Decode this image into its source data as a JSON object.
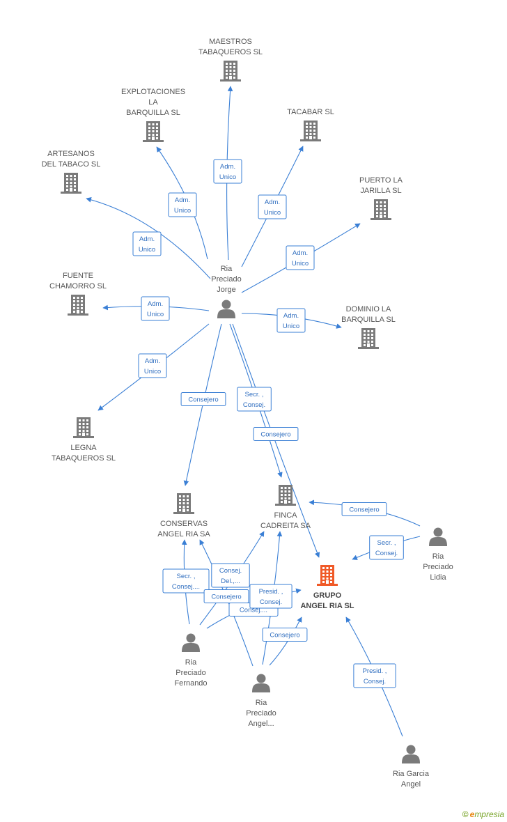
{
  "colors": {
    "edge": "#3a7fd5",
    "company": "#7a7a7a",
    "main_company": "#f05a28",
    "person": "#7a7a7a"
  },
  "nodes": [
    {
      "id": "maestros",
      "type": "company",
      "label": [
        "MAESTROS",
        "TABAQUEROS SL"
      ]
    },
    {
      "id": "explotaciones",
      "type": "company",
      "label": [
        "EXPLOTACIONES",
        "LA",
        "BARQUILLA SL"
      ]
    },
    {
      "id": "tacabar",
      "type": "company",
      "label": [
        "TACABAR SL"
      ]
    },
    {
      "id": "artesanos",
      "type": "company",
      "label": [
        "ARTESANOS",
        "DEL TABACO SL"
      ]
    },
    {
      "id": "puerto",
      "type": "company",
      "label": [
        "PUERTO LA",
        "JARILLA SL"
      ]
    },
    {
      "id": "fuente",
      "type": "company",
      "label": [
        "FUENTE",
        "CHAMORRO SL"
      ]
    },
    {
      "id": "dominio",
      "type": "company",
      "label": [
        "DOMINIO LA",
        "BARQUILLA SL"
      ]
    },
    {
      "id": "legna",
      "type": "company",
      "label": [
        "LEGNA",
        "TABAQUEROS SL"
      ]
    },
    {
      "id": "conservas",
      "type": "company",
      "label": [
        "CONSERVAS",
        "ANGEL RIA SA"
      ]
    },
    {
      "id": "finca",
      "type": "company",
      "label": [
        "FINCA",
        "CADREITA SA"
      ]
    },
    {
      "id": "grupo",
      "type": "main_company",
      "label": [
        "GRUPO",
        "ANGEL RIA SL"
      ]
    },
    {
      "id": "jorge",
      "type": "person",
      "label": [
        "Ria",
        "Preciado",
        "Jorge"
      ]
    },
    {
      "id": "lidia",
      "type": "person",
      "label": [
        "Ria",
        "Preciado",
        "Lidia"
      ]
    },
    {
      "id": "fernando",
      "type": "person",
      "label": [
        "Ria",
        "Preciado",
        "Fernando"
      ]
    },
    {
      "id": "angelp",
      "type": "person",
      "label": [
        "Ria",
        "Preciado",
        "Angel..."
      ]
    },
    {
      "id": "garcia",
      "type": "person",
      "label": [
        "Ria Garcia",
        "Angel"
      ]
    }
  ],
  "edges": [
    {
      "from": "jorge",
      "to": "maestros",
      "label": [
        "Adm.",
        "Unico"
      ]
    },
    {
      "from": "jorge",
      "to": "explotaciones",
      "label": [
        "Adm.",
        "Unico"
      ]
    },
    {
      "from": "jorge",
      "to": "tacabar",
      "label": [
        "Adm.",
        "Unico"
      ]
    },
    {
      "from": "jorge",
      "to": "artesanos",
      "label": [
        "Adm.",
        "Unico"
      ]
    },
    {
      "from": "jorge",
      "to": "puerto",
      "label": [
        "Adm.",
        "Unico"
      ]
    },
    {
      "from": "jorge",
      "to": "fuente",
      "label": [
        "Adm.",
        "Unico"
      ]
    },
    {
      "from": "jorge",
      "to": "dominio",
      "label": [
        "Adm.",
        "Unico"
      ]
    },
    {
      "from": "jorge",
      "to": "legna",
      "label": [
        "Adm.",
        "Unico"
      ]
    },
    {
      "from": "jorge",
      "to": "conservas",
      "label": [
        "Consejero"
      ]
    },
    {
      "from": "jorge",
      "to": "finca",
      "label": [
        "Secr. ,",
        "Consej."
      ]
    },
    {
      "from": "jorge",
      "to": "grupo",
      "label": [
        "Consejero"
      ]
    },
    {
      "from": "lidia",
      "to": "finca",
      "label": [
        "Consejero"
      ]
    },
    {
      "from": "lidia",
      "to": "grupo",
      "label": [
        "Secr. ,",
        "Consej."
      ]
    },
    {
      "from": "fernando",
      "to": "conservas",
      "label": [
        "Secr. ,",
        "Consej...."
      ]
    },
    {
      "from": "fernando",
      "to": "finca",
      "label": [
        "Consej.",
        "Del.,..."
      ]
    },
    {
      "from": "fernando",
      "to": "grupo",
      "label": [
        "Consejero"
      ]
    },
    {
      "from": "angelp",
      "to": "conservas",
      "label": [
        "Consej...."
      ]
    },
    {
      "from": "angelp",
      "to": "finca",
      "label": [
        "Presid. ,",
        "Consej."
      ]
    },
    {
      "from": "angelp",
      "to": "grupo",
      "label": [
        "Consejero"
      ]
    },
    {
      "from": "garcia",
      "to": "grupo",
      "label": [
        "Presid. ,",
        "Consej."
      ]
    }
  ],
  "footer": {
    "copyright": "©",
    "brand_first": "e",
    "brand_rest": "mpresia"
  }
}
